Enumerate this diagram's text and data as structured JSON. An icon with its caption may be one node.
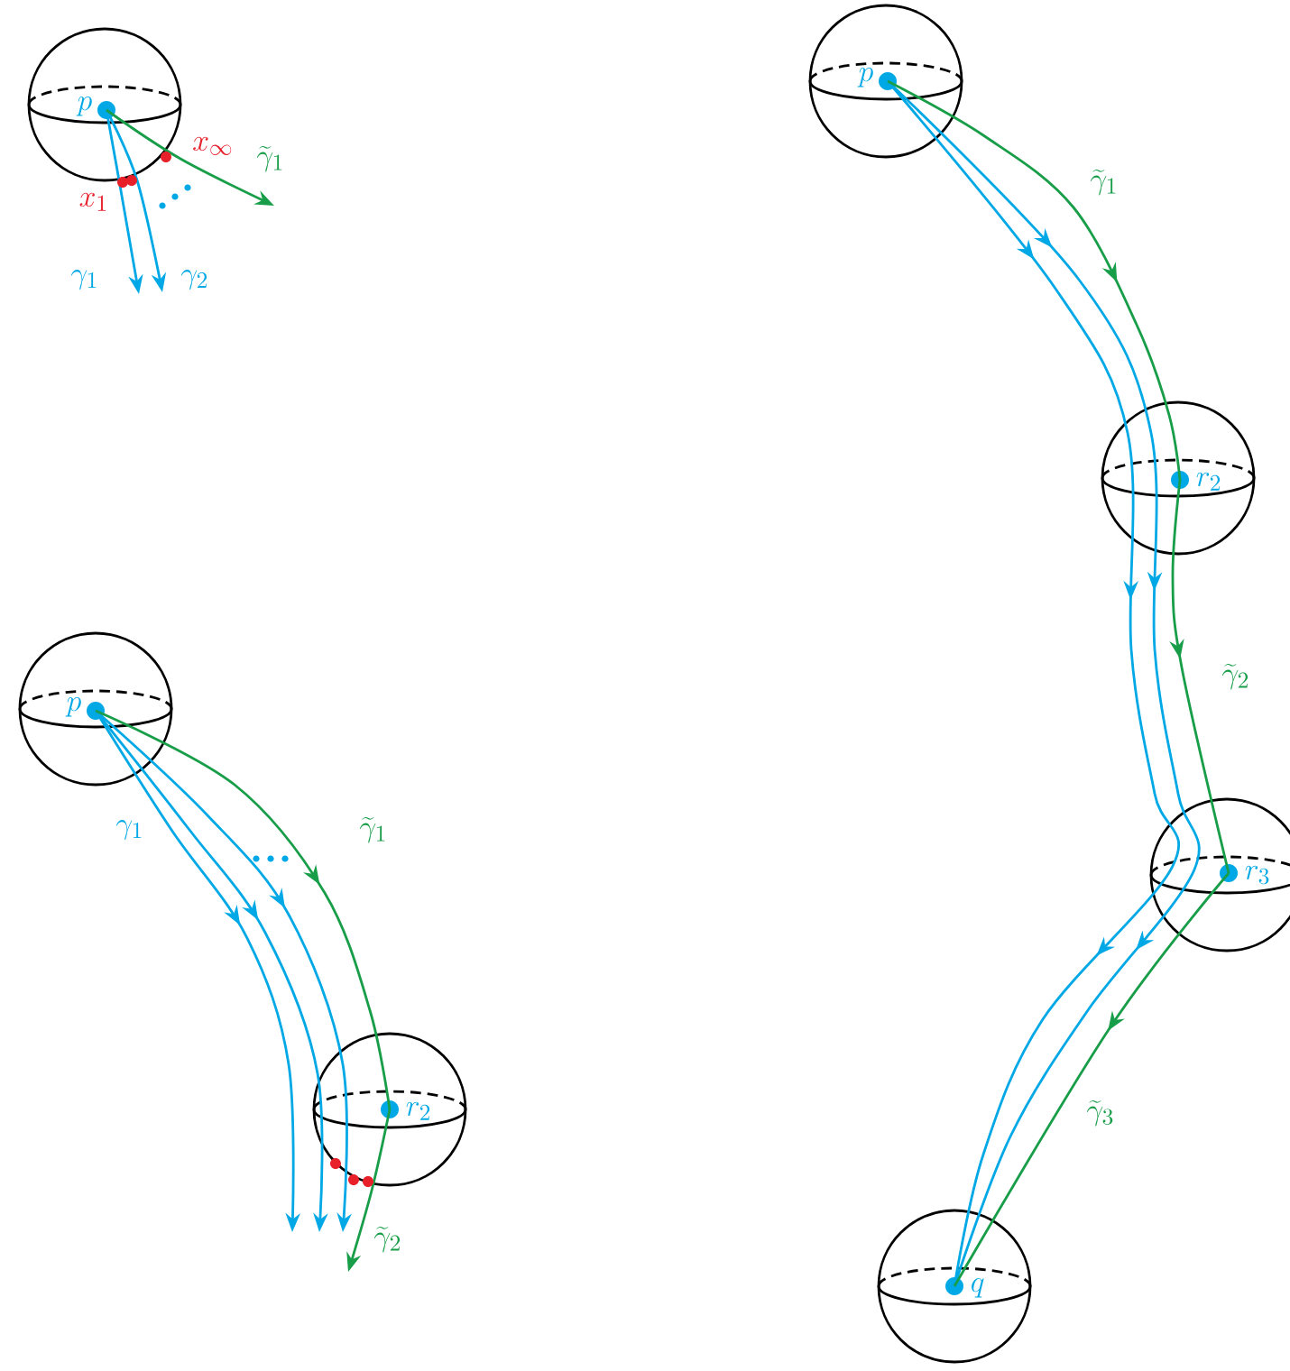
{
  "diagram": {
    "nodes": [
      {
        "text": [
          "p"
        ]
      },
      {
        "text": [
          "p"
        ]
      },
      {
        "text": [
          "r_2"
        ]
      },
      {
        "text": [
          "p"
        ]
      },
      {
        "text": [
          "r_2"
        ]
      },
      {
        "text": [
          "r_3"
        ]
      },
      {
        "text": [
          "q"
        ]
      }
    ],
    "edges": [
      {
        "from": 0,
        "to": null,
        "arrow": "to",
        "label": "\\gamma_1"
      },
      {
        "from": 0,
        "to": null,
        "arrow": "to",
        "label": "\\gamma_2"
      },
      {
        "from": 0,
        "to": null,
        "arrow": "to",
        "label": "\\widetilde{\\gamma}_1",
        "color": "#189d48"
      },
      {
        "from": 1,
        "to": null,
        "arrow": "to",
        "label": "\\gamma_1"
      },
      {
        "from": 1,
        "to": null,
        "arrow": "to"
      },
      {
        "from": 1,
        "to": null,
        "arrow": "to"
      },
      {
        "from": 1,
        "to": 2,
        "arrow": "to",
        "label": "\\widetilde{\\gamma}_1",
        "color": "#189d48"
      },
      {
        "from": 2,
        "to": null,
        "arrow": "to",
        "label": "\\widetilde{\\gamma}_2",
        "color": "#189d48"
      },
      {
        "from": 3,
        "to": 6,
        "arrow": "to"
      },
      {
        "from": 3,
        "to": 6,
        "arrow": "to"
      },
      {
        "from": 3,
        "to": 4,
        "arrow": "to",
        "label": "\\widetilde{\\gamma}_1",
        "color": "#189d48"
      },
      {
        "from": 4,
        "to": 5,
        "arrow": "to",
        "label": "\\widetilde{\\gamma}_2",
        "color": "#189d48"
      },
      {
        "from": 5,
        "to": 6,
        "arrow": "to",
        "label": "\\widetilde{\\gamma}_3",
        "color": "#189d48"
      }
    ],
    "labels": [
      "x_\\infty",
      "x_1"
    ]
  }
}
